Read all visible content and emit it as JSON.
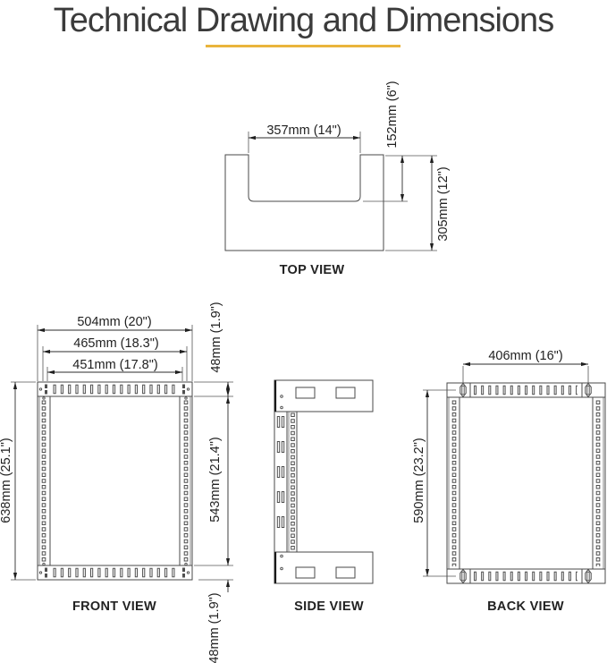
{
  "title": "Technical Drawing and Dimensions",
  "colors": {
    "accent": "#E9B43C",
    "ink": "#222222",
    "line": "#4a4a4a"
  },
  "views": {
    "top": {
      "caption": "TOP VIEW",
      "dims": {
        "inner_width": "357mm (14\")",
        "inner_depth": "152mm (6\")",
        "overall_depth": "305mm (12\")"
      }
    },
    "front": {
      "caption": "FRONT VIEW",
      "dims": {
        "overall_width": "504mm (20\")",
        "mount_width": "465mm (18.3\")",
        "opening_width": "451mm (17.8\")",
        "overall_height": "638mm (25.1\")",
        "top_offset": "48mm (1.9\")",
        "rail_height": "543mm (21.4\")",
        "bottom_offset": "48mm (1.9\")"
      }
    },
    "side": {
      "caption": "SIDE VIEW"
    },
    "back": {
      "caption": "BACK VIEW",
      "dims": {
        "mount_width": "406mm (16\")",
        "mount_height": "590mm (23.2\")"
      }
    }
  }
}
